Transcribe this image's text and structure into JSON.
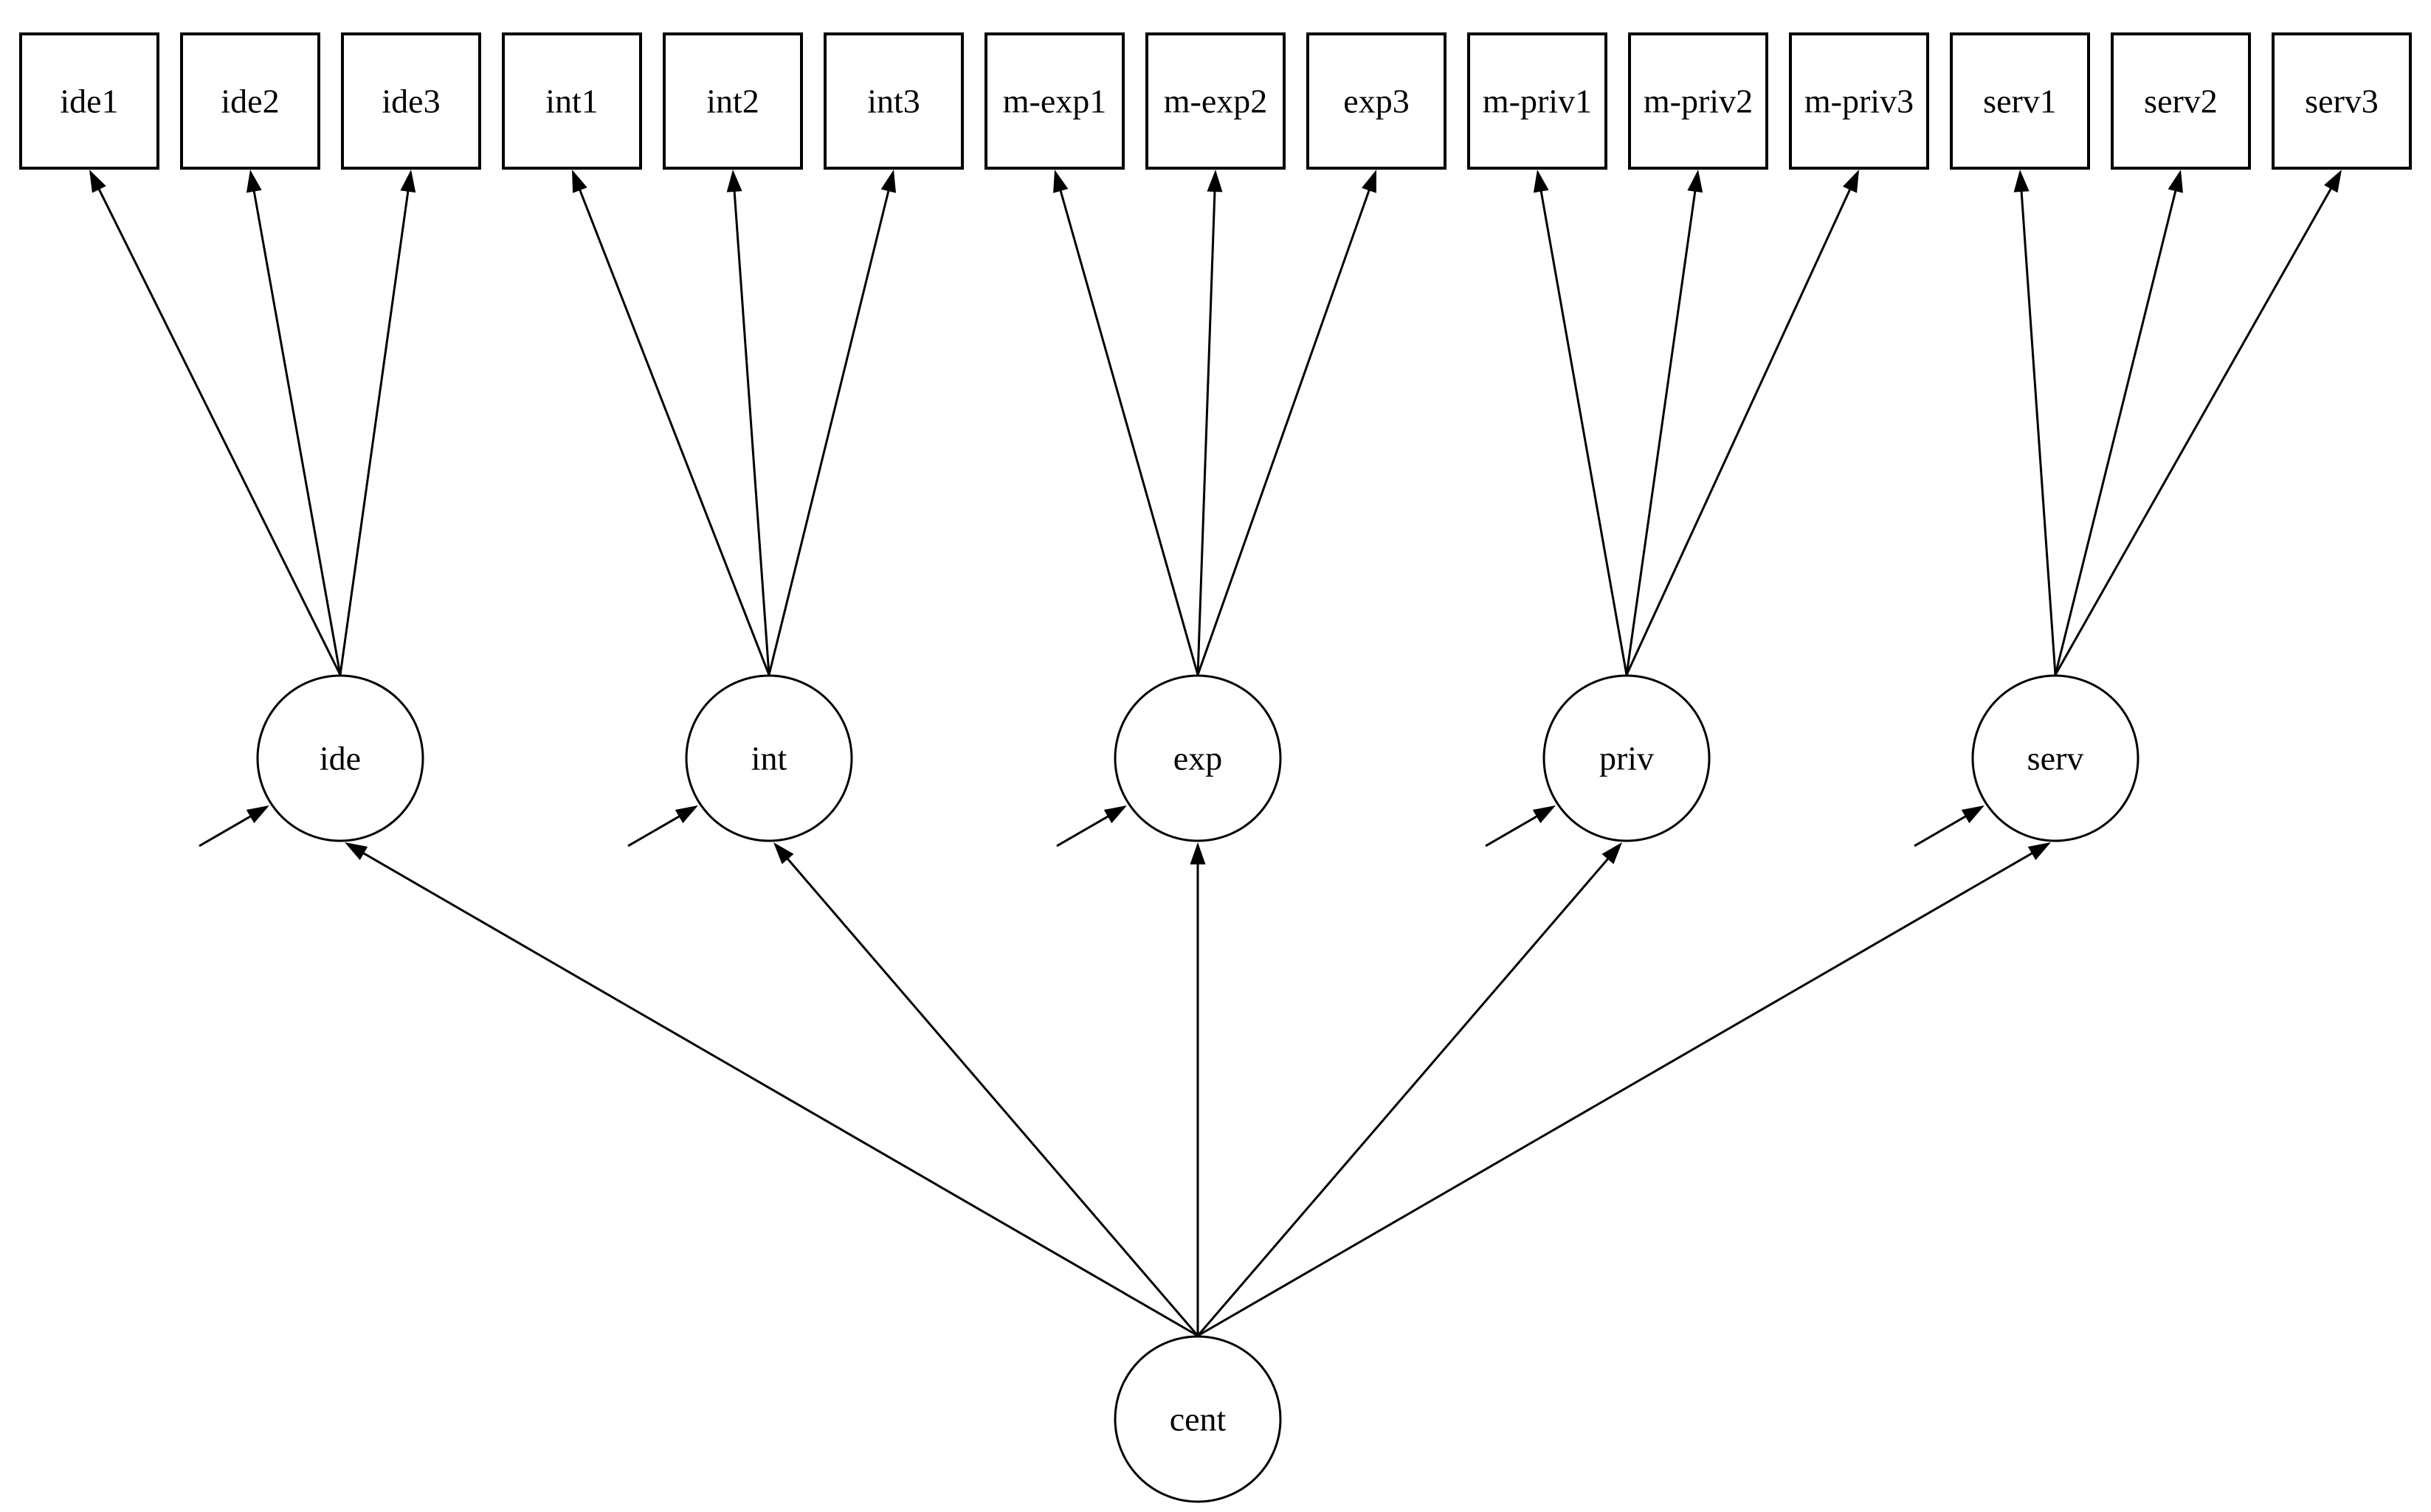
{
  "diagram": {
    "type": "sem_second_order_factor_model",
    "background_color": "#ffffff",
    "stroke_color": "#000000",
    "node_fill_color": "#ffffff",
    "observed_variables": [
      "ide1",
      "ide2",
      "ide3",
      "int1",
      "int2",
      "int3",
      "m-exp1",
      "m-exp2",
      "exp3",
      "m-priv1",
      "m-priv2",
      "m-priv3",
      "serv1",
      "serv2",
      "serv3"
    ],
    "latent_factors": [
      "ide",
      "int",
      "exp",
      "priv",
      "serv"
    ],
    "second_order_factor": "cent",
    "groups": [
      {
        "factor": "ide",
        "indicators": [
          "ide1",
          "ide2",
          "ide3"
        ]
      },
      {
        "factor": "int",
        "indicators": [
          "int1",
          "int2",
          "int3"
        ]
      },
      {
        "factor": "exp",
        "indicators": [
          "m-exp1",
          "m-exp2",
          "exp3"
        ]
      },
      {
        "factor": "priv",
        "indicators": [
          "m-priv1",
          "m-priv2",
          "m-priv3"
        ]
      },
      {
        "factor": "serv",
        "indicators": [
          "serv1",
          "serv2",
          "serv3"
        ]
      }
    ],
    "edges": {
      "loadings": [
        [
          "ide",
          "ide1"
        ],
        [
          "ide",
          "ide2"
        ],
        [
          "ide",
          "ide3"
        ],
        [
          "int",
          "int1"
        ],
        [
          "int",
          "int2"
        ],
        [
          "int",
          "int3"
        ],
        [
          "exp",
          "m-exp1"
        ],
        [
          "exp",
          "m-exp2"
        ],
        [
          "exp",
          "exp3"
        ],
        [
          "priv",
          "m-priv1"
        ],
        [
          "priv",
          "m-priv2"
        ],
        [
          "priv",
          "m-priv3"
        ],
        [
          "serv",
          "serv1"
        ],
        [
          "serv",
          "serv2"
        ],
        [
          "serv",
          "serv3"
        ]
      ],
      "structural": [
        [
          "cent",
          "ide"
        ],
        [
          "cent",
          "int"
        ],
        [
          "cent",
          "exp"
        ],
        [
          "cent",
          "priv"
        ],
        [
          "cent",
          "serv"
        ]
      ],
      "residual_arrows_into": [
        "ide",
        "int",
        "exp",
        "priv",
        "serv"
      ]
    }
  }
}
